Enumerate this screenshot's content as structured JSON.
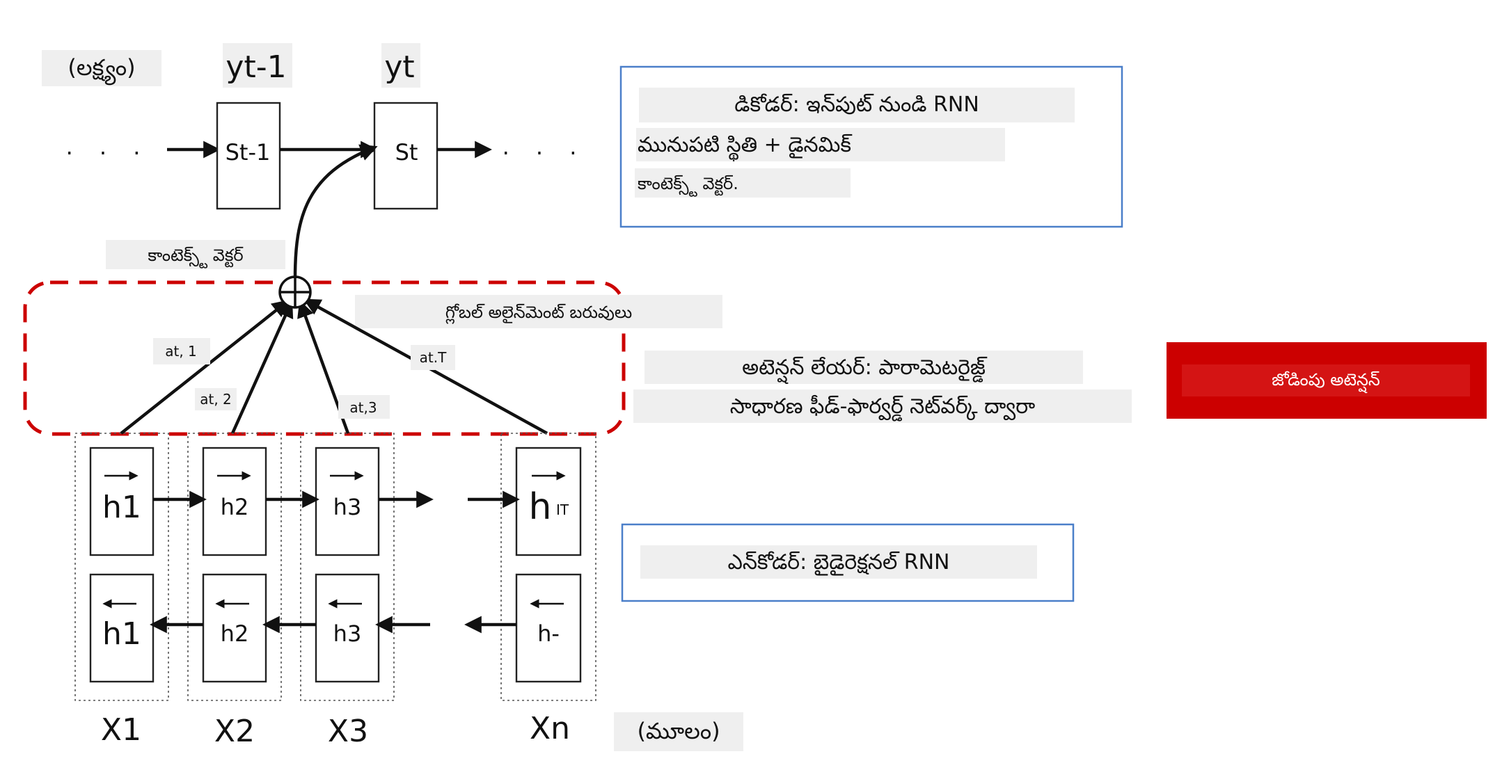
{
  "target_label": "(లక్ష్యం)",
  "source_label": "(మూలం)",
  "decoder_outputs": [
    "yt-1",
    "yt"
  ],
  "decoder_states": [
    "St-1",
    "St"
  ],
  "ellipsis": ". . .",
  "context_vector_label": "కాంటెక్స్ట్ వెక్టర్",
  "global_alignment_label": "గ్లోబల్ అలైన్‌మెంట్ బరువులు",
  "weights": [
    "at, 1",
    "at, 2",
    "at,3",
    "at.T"
  ],
  "forward_states": [
    "h1",
    "h2",
    "h3",
    "hIT"
  ],
  "forward_states_last": {
    "main": "h",
    "sub": "IT"
  },
  "backward_states": [
    "h1",
    "h2",
    "h3",
    "h-"
  ],
  "inputs": [
    "X1",
    "X2",
    "X3",
    "Xn"
  ],
  "decoder_box": {
    "line1": "డికోడర్: ఇన్‌పుట్ నుండి RNN",
    "line2": "మునుపటి స్థితి + డైనమిక్",
    "line3": "కాంటెక్స్ట్ వెక్టర్."
  },
  "attention_note": {
    "line1": "అటెన్షన్ లేయర్: పారామెటరైజ్డ్",
    "line2": "సాధారణ ఫీడ్-ఫార్వర్డ్ నెట్‌వర్క్ ద్వారా"
  },
  "encoder_box": {
    "line1": "ఎన్‌కోడర్: బైడైరెక్షనల్ RNN"
  },
  "badge": {
    "label": "జోడింపు అటెన్షన్",
    "color": "#cc0000"
  },
  "colors": {
    "attention_border": "#cc0000",
    "box_border": "#4a7fc9"
  }
}
